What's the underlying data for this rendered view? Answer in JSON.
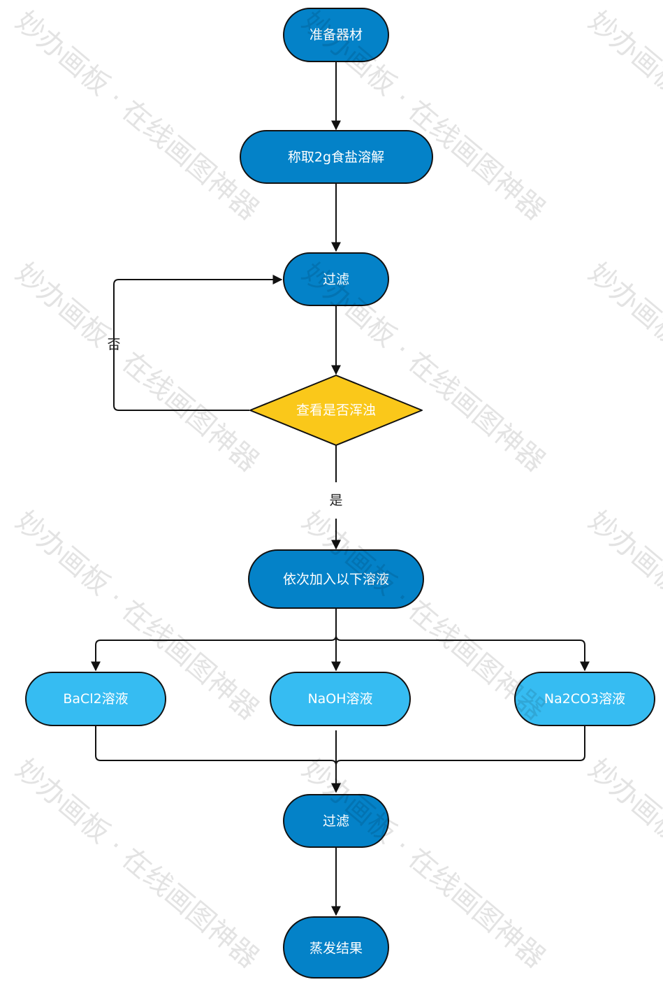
{
  "colors": {
    "process": "#0482c8",
    "decision": "#fac81a",
    "option": "#36bcf2",
    "stroke": "#111111"
  },
  "nodes": {
    "prepare": "准备器材",
    "weigh_dissolve": "称取2g食盐溶解",
    "filter_1": "过滤",
    "check_turbid": "查看是否浑浊",
    "add_solutions": "依次加入以下溶液",
    "bacl2": "BaCl2溶液",
    "naoh": "NaOH溶液",
    "na2co3": "Na2CO3溶液",
    "filter_2": "过滤",
    "evaporate": "蒸发结果"
  },
  "edge_labels": {
    "no": "否",
    "yes": "是"
  },
  "watermark": {
    "text": "妙办画板 · 在线画图神器"
  }
}
